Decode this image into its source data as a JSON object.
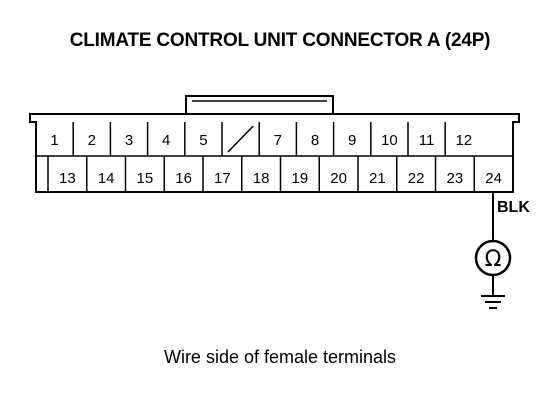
{
  "title": "CLIMATE CONTROL UNIT CONNECTOR A (24P)",
  "caption": "Wire side of female terminals",
  "wire": {
    "terminal": "24",
    "color_label": "BLK"
  },
  "meter": {
    "symbol": "Ω",
    "icon": "ohmmeter-icon",
    "ground_icon": "ground-icon"
  },
  "connector": {
    "row1": [
      {
        "label": "1"
      },
      {
        "label": "2"
      },
      {
        "label": "3"
      },
      {
        "label": "4"
      },
      {
        "label": "5"
      },
      {
        "label": "",
        "blank": true
      },
      {
        "label": "7"
      },
      {
        "label": "8"
      },
      {
        "label": "9"
      },
      {
        "label": "10"
      },
      {
        "label": "11"
      },
      {
        "label": "12"
      }
    ],
    "row2": [
      {
        "label": "13"
      },
      {
        "label": "14"
      },
      {
        "label": "15"
      },
      {
        "label": "16"
      },
      {
        "label": "17"
      },
      {
        "label": "18"
      },
      {
        "label": "19"
      },
      {
        "label": "20"
      },
      {
        "label": "21"
      },
      {
        "label": "22"
      },
      {
        "label": "23"
      },
      {
        "label": "24"
      }
    ]
  }
}
